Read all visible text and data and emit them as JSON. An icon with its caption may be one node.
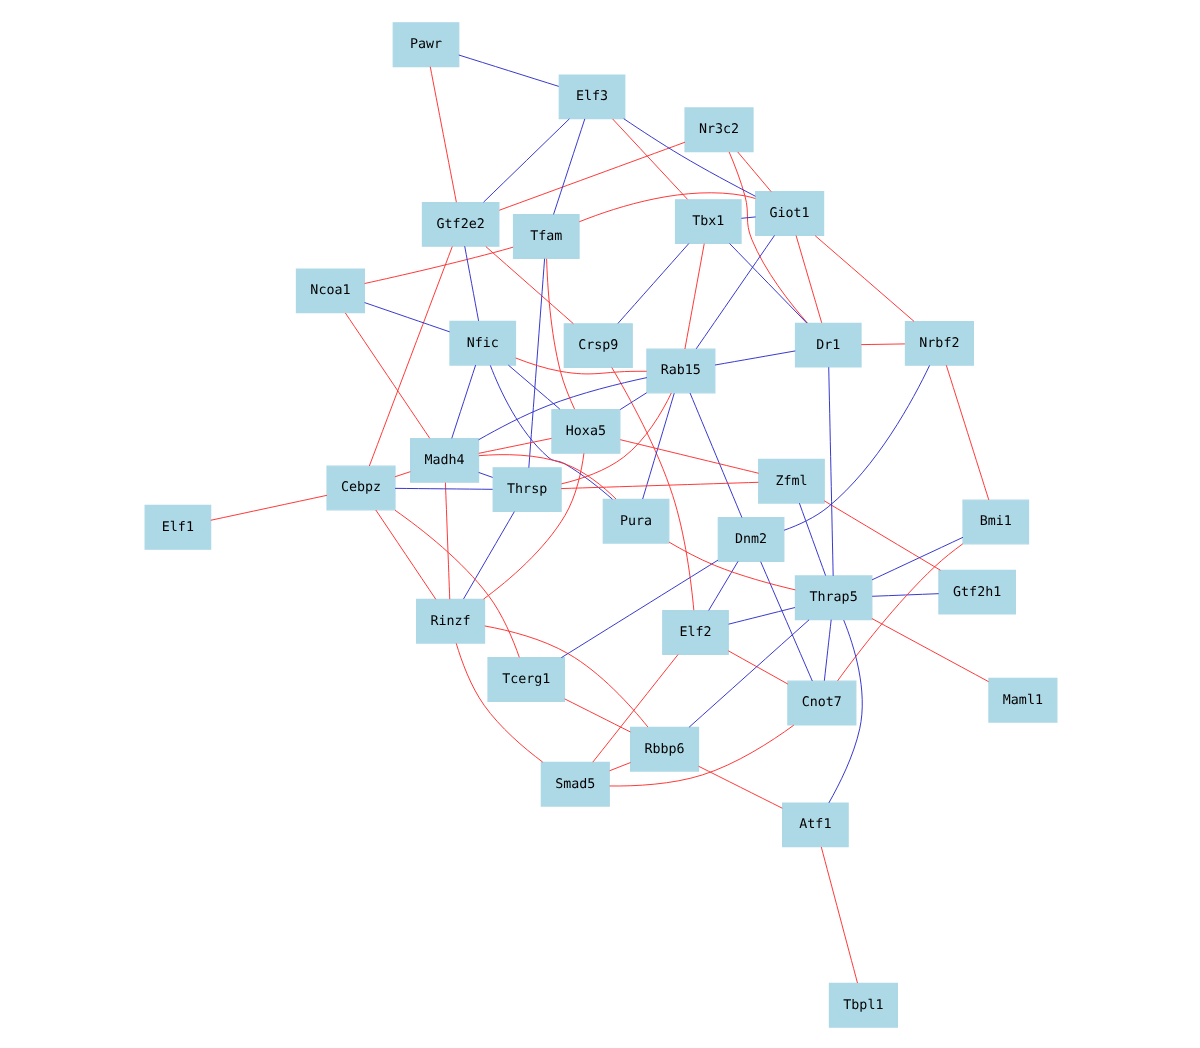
{
  "diagram": {
    "nodes": [
      {
        "text": [
          "Rinzf"
        ]
      },
      {
        "text": [
          "Gtf2h1"
        ]
      },
      {
        "text": [
          "Smad5"
        ]
      },
      {
        "text": [
          "Elf2"
        ]
      },
      {
        "text": [
          "Nrbf2"
        ]
      },
      {
        "text": [
          "Tbpl1"
        ]
      },
      {
        "text": [
          "Cnot7"
        ]
      },
      {
        "text": [
          "Tcerg1"
        ]
      },
      {
        "text": [
          "Cebpz"
        ]
      },
      {
        "text": [
          "Dnm2"
        ]
      },
      {
        "text": [
          "Bmi1"
        ]
      },
      {
        "text": [
          "Atf1"
        ]
      },
      {
        "text": [
          "Thrap5"
        ]
      },
      {
        "text": [
          "Maml1"
        ]
      },
      {
        "text": [
          "Zfml"
        ]
      },
      {
        "text": [
          "Elf1"
        ]
      },
      {
        "text": [
          "Rbbp6"
        ]
      },
      {
        "text": [
          "Crsp9"
        ]
      },
      {
        "text": [
          "Pawr"
        ]
      },
      {
        "text": [
          "Pura"
        ]
      },
      {
        "text": [
          "Thrsp"
        ]
      },
      {
        "text": [
          "Gtf2e2"
        ]
      },
      {
        "text": [
          "Dr1"
        ]
      },
      {
        "text": [
          "Madh4"
        ]
      },
      {
        "text": [
          "Nr3c2"
        ]
      },
      {
        "text": [
          "Ncoa1"
        ]
      },
      {
        "text": [
          "Tfam"
        ]
      },
      {
        "text": [
          "Giot1"
        ]
      },
      {
        "text": [
          "Hoxa5"
        ]
      },
      {
        "text": [
          "Nfic"
        ]
      },
      {
        "text": [
          "Rab15"
        ]
      },
      {
        "text": [
          "Tbx1"
        ]
      },
      {
        "text": [
          "Elf3"
        ]
      }
    ],
    "edges": [
      {
        "from": 0,
        "to": 2,
        "arrow": "none"
      },
      {
        "from": 0,
        "to": 8,
        "arrow": "none"
      },
      {
        "from": 0,
        "to": 23,
        "arrow": "none"
      },
      {
        "from": 0,
        "to": 28,
        "arrow": "none"
      },
      {
        "from": 0,
        "to": 16,
        "arrow": "none"
      },
      {
        "from": 2,
        "to": 3,
        "arrow": "none"
      },
      {
        "from": 8,
        "to": 7,
        "arrow": "none"
      },
      {
        "from": 8,
        "to": 15,
        "arrow": "none"
      },
      {
        "from": 8,
        "to": 23,
        "arrow": "none"
      },
      {
        "from": 3,
        "to": 6,
        "arrow": "none"
      },
      {
        "from": 2,
        "to": 6,
        "arrow": "none"
      },
      {
        "from": 4,
        "to": 10,
        "arrow": "none"
      },
      {
        "from": 4,
        "to": 27,
        "arrow": "none"
      },
      {
        "from": 4,
        "to": 22,
        "arrow": "none"
      },
      {
        "from": 23,
        "to": 28,
        "arrow": "none"
      },
      {
        "from": 23,
        "to": 25,
        "arrow": "none"
      },
      {
        "from": 23,
        "to": 19,
        "arrow": "none"
      },
      {
        "from": 29,
        "to": 30,
        "arrow": "none"
      },
      {
        "from": 30,
        "to": 31,
        "arrow": "none"
      },
      {
        "from": 31,
        "to": 32,
        "arrow": "none"
      },
      {
        "from": 25,
        "to": 26,
        "arrow": "none"
      },
      {
        "from": 28,
        "to": 26,
        "arrow": "none"
      },
      {
        "from": 27,
        "to": 24,
        "arrow": "none"
      },
      {
        "from": 27,
        "to": 26,
        "arrow": "none"
      },
      {
        "from": 22,
        "to": 24,
        "arrow": "none"
      },
      {
        "from": 21,
        "to": 24,
        "arrow": "none"
      },
      {
        "from": 18,
        "to": 21,
        "arrow": "none"
      },
      {
        "from": 10,
        "to": 6,
        "arrow": "none"
      },
      {
        "from": 13,
        "to": 12,
        "arrow": "none"
      },
      {
        "from": 11,
        "to": 5,
        "arrow": "none"
      },
      {
        "from": 1,
        "to": 14,
        "arrow": "none"
      },
      {
        "from": 7,
        "to": 16,
        "arrow": "none"
      },
      {
        "from": 8,
        "to": 21,
        "arrow": "none"
      },
      {
        "from": 2,
        "to": 16,
        "arrow": "none"
      },
      {
        "from": 3,
        "to": 17,
        "arrow": "none"
      },
      {
        "from": 11,
        "to": 16,
        "arrow": "none"
      },
      {
        "from": 17,
        "to": 21,
        "arrow": "none"
      },
      {
        "from": 20,
        "to": 14,
        "arrow": "none"
      },
      {
        "from": 28,
        "to": 14,
        "arrow": "none"
      },
      {
        "from": 19,
        "to": 12,
        "arrow": "none"
      },
      {
        "from": 20,
        "to": 30,
        "arrow": "none"
      },
      {
        "from": 22,
        "to": 27,
        "arrow": "none"
      },
      {
        "from": 3,
        "to": 9,
        "arrow": "none",
        "color": "#3333cc"
      },
      {
        "from": 4,
        "to": 9,
        "arrow": "none",
        "color": "#3333cc"
      },
      {
        "from": 1,
        "to": 12,
        "arrow": "none",
        "color": "#3333cc"
      },
      {
        "from": 6,
        "to": 9,
        "arrow": "none",
        "color": "#3333cc"
      },
      {
        "from": 3,
        "to": 12,
        "arrow": "none",
        "color": "#3333cc"
      },
      {
        "from": 6,
        "to": 12,
        "arrow": "none",
        "color": "#3333cc"
      },
      {
        "from": 0,
        "to": 20,
        "arrow": "none",
        "color": "#3333cc"
      },
      {
        "from": 23,
        "to": 20,
        "arrow": "none",
        "color": "#3333cc"
      },
      {
        "from": 23,
        "to": 30,
        "arrow": "none",
        "color": "#3333cc"
      },
      {
        "from": 23,
        "to": 29,
        "arrow": "none",
        "color": "#3333cc"
      },
      {
        "from": 28,
        "to": 29,
        "arrow": "none",
        "color": "#3333cc"
      },
      {
        "from": 28,
        "to": 30,
        "arrow": "none",
        "color": "#3333cc"
      },
      {
        "from": 25,
        "to": 29,
        "arrow": "none",
        "color": "#3333cc"
      },
      {
        "from": 19,
        "to": 29,
        "arrow": "none",
        "color": "#3333cc"
      },
      {
        "from": 19,
        "to": 30,
        "arrow": "none",
        "color": "#3333cc"
      },
      {
        "from": 20,
        "to": 26,
        "arrow": "none",
        "color": "#3333cc"
      },
      {
        "from": 30,
        "to": 22,
        "arrow": "none",
        "color": "#3333cc"
      },
      {
        "from": 29,
        "to": 21,
        "arrow": "none",
        "color": "#3333cc"
      },
      {
        "from": 26,
        "to": 32,
        "arrow": "none",
        "color": "#3333cc"
      },
      {
        "from": 27,
        "to": 32,
        "arrow": "none",
        "color": "#3333cc"
      },
      {
        "from": 27,
        "to": 31,
        "arrow": "none",
        "color": "#3333cc"
      },
      {
        "from": 22,
        "to": 31,
        "arrow": "none",
        "color": "#3333cc"
      },
      {
        "from": 17,
        "to": 31,
        "arrow": "none",
        "color": "#3333cc"
      },
      {
        "from": 21,
        "to": 32,
        "arrow": "none",
        "color": "#3333cc"
      },
      {
        "from": 18,
        "to": 32,
        "arrow": "none",
        "color": "#3333cc"
      },
      {
        "from": 27,
        "to": 30,
        "arrow": "none",
        "color": "#3333cc"
      },
      {
        "from": 12,
        "to": 22,
        "arrow": "none",
        "color": "#3333cc"
      },
      {
        "from": 10,
        "to": 12,
        "arrow": "none",
        "color": "#3333cc"
      },
      {
        "from": 9,
        "to": 30,
        "arrow": "none",
        "color": "#3333cc"
      },
      {
        "from": 12,
        "to": 16,
        "arrow": "none",
        "color": "#3333cc"
      },
      {
        "from": 14,
        "to": 12,
        "arrow": "none",
        "color": "#3333cc"
      },
      {
        "from": 11,
        "to": 12,
        "arrow": "none",
        "color": "#3333cc"
      },
      {
        "from": 7,
        "to": 9,
        "arrow": "none",
        "color": "#3333cc"
      },
      {
        "from": 8,
        "to": 20,
        "arrow": "none",
        "color": "#3333cc"
      }
    ]
  }
}
